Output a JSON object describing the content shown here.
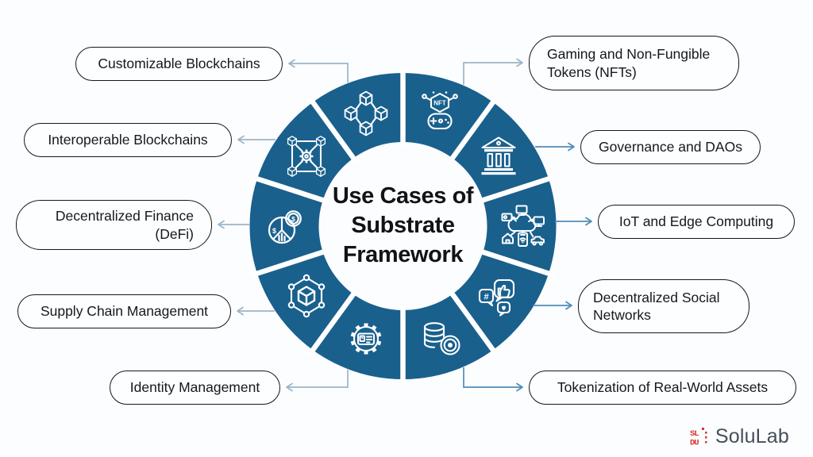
{
  "title": {
    "lines": [
      "Use Cases of",
      "Substrate",
      "Framework"
    ]
  },
  "use_cases": [
    {
      "label": "Customizable Blockchains",
      "icon": "cubes-network-icon",
      "side": "left"
    },
    {
      "label": "Interoperable Blockchains",
      "icon": "gear-cubes-icon",
      "side": "left"
    },
    {
      "label": "Decentralized Finance (DeFi)",
      "icon": "pie-chart-dollar-icon",
      "side": "left"
    },
    {
      "label": "Supply Chain Management",
      "icon": "package-hexagon-icon",
      "side": "left"
    },
    {
      "label": "Identity Management",
      "icon": "id-card-gear-icon",
      "side": "left"
    },
    {
      "label": "Gaming and Non-Fungible Tokens (NFTs)",
      "icon": "nft-gamepad-icon",
      "side": "right"
    },
    {
      "label": "Governance and DAOs",
      "icon": "bank-building-icon",
      "side": "right"
    },
    {
      "label": "IoT and Edge Computing",
      "icon": "iot-cloud-icon",
      "side": "right"
    },
    {
      "label": "Decentralized Social Networks",
      "icon": "social-bubbles-icon",
      "side": "right"
    },
    {
      "label": "Tokenization of Real-World Assets",
      "icon": "coins-token-icon",
      "side": "right"
    }
  ],
  "icon_texts": {
    "nft": "NFT",
    "hash": "#",
    "dollar": "$"
  },
  "colors": {
    "ring": "#19608d",
    "divider": "#ffffff",
    "arrow_gray": "#9ab5c8",
    "arrow_blue": "#4e8cba",
    "pill_border": "#14171c",
    "title_text": "#101318",
    "logo_text": "#454e5a",
    "logo_mark": "#d6372e",
    "background": "#fcfdfe"
  },
  "logo": {
    "brand": "SoluLab",
    "mark_top": "SL",
    "mark_bottom": "DU"
  }
}
